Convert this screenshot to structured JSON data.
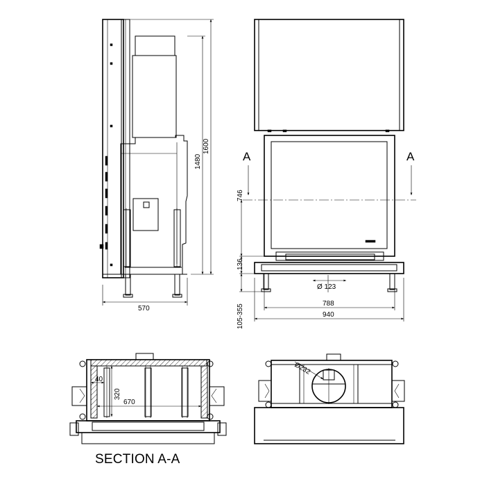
{
  "side_view": {
    "width_dim": "570",
    "height_dim_1": "1480",
    "height_dim_2": "1600"
  },
  "front_view": {
    "section_mark_left": "A",
    "section_mark_right": "A",
    "dim_746": "746",
    "dim_136": "136",
    "dim_flue": "Ø 123",
    "dim_788": "788",
    "dim_940": "940",
    "dim_legs": "105-355"
  },
  "section_view": {
    "dim_40": "40",
    "dim_320": "320",
    "dim_670": "670",
    "caption": "SECTION A-A"
  },
  "top_view": {
    "dim_flue_diameter": "Ø232"
  }
}
